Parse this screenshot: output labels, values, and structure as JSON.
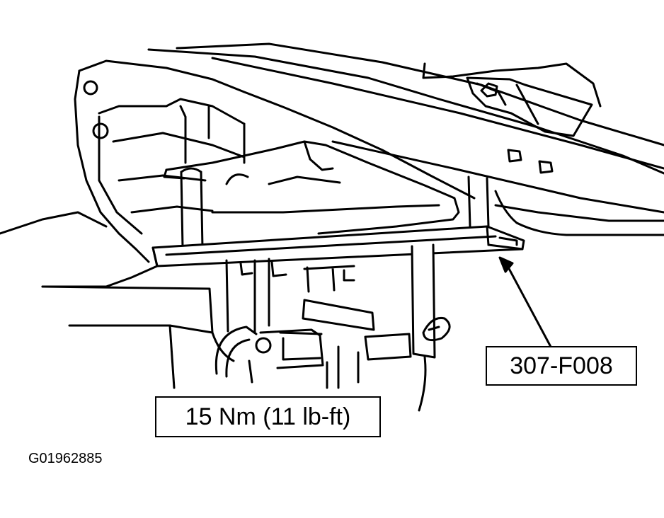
{
  "callouts": {
    "tool_number": "307-F008",
    "torque_spec": "15 Nm (11 lb-ft)"
  },
  "figure_id": "G01962885",
  "colors": {
    "line": "#000000",
    "fill": "#ffffff"
  }
}
